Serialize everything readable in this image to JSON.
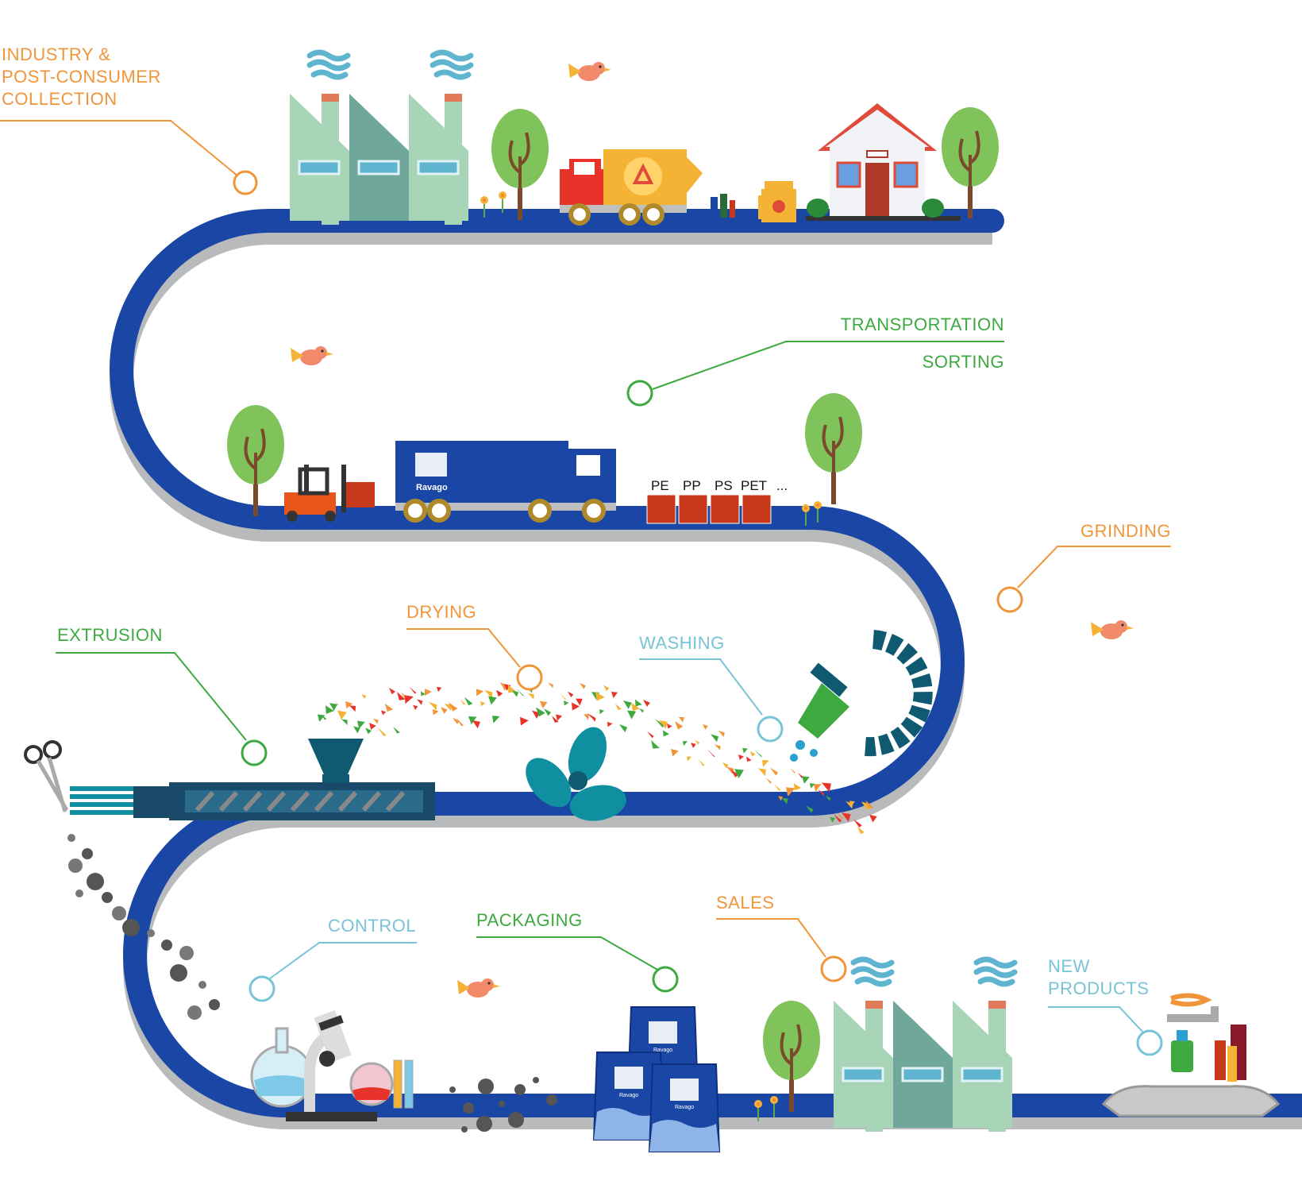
{
  "colors": {
    "road_blue": "#1a47a6",
    "road_gray": "#b9babc",
    "orange": "#f0953a",
    "green": "#3da93f",
    "cyan": "#78c4d6",
    "factory_light": "#a8d5b8",
    "factory_dark": "#6fa89a",
    "tree_green": "#7fc35a",
    "crate_red": "#c8391b",
    "bag_blue": "#1a47a6"
  },
  "stages": {
    "collection": "INDUSTRY &\nPOST-CONSUMER\nCOLLECTION",
    "transportation": "TRANSPORTATION",
    "sorting": "SORTING",
    "grinding": "GRINDING",
    "drying": "DRYING",
    "washing": "WASHING",
    "extrusion": "EXTRUSION",
    "control": "CONTROL",
    "packaging": "PACKAGING",
    "sales": "SALES",
    "new_products": "NEW\nPRODUCTS"
  },
  "sorting_codes": [
    "PE",
    "PP",
    "PS",
    "PET",
    "..."
  ],
  "brand": {
    "name": "Ravago"
  },
  "icons": [
    "factory-icon",
    "recycling-truck-icon",
    "house-icon",
    "tree-icon",
    "bird-icon",
    "forklift-icon",
    "delivery-truck-icon",
    "crate-icon",
    "nozzle-hose-icon",
    "propeller-icon",
    "extruder-icon",
    "scissors-icon",
    "lab-equipment-icon",
    "packaging-bag-icon",
    "bumper-icon",
    "bottle-icon"
  ]
}
